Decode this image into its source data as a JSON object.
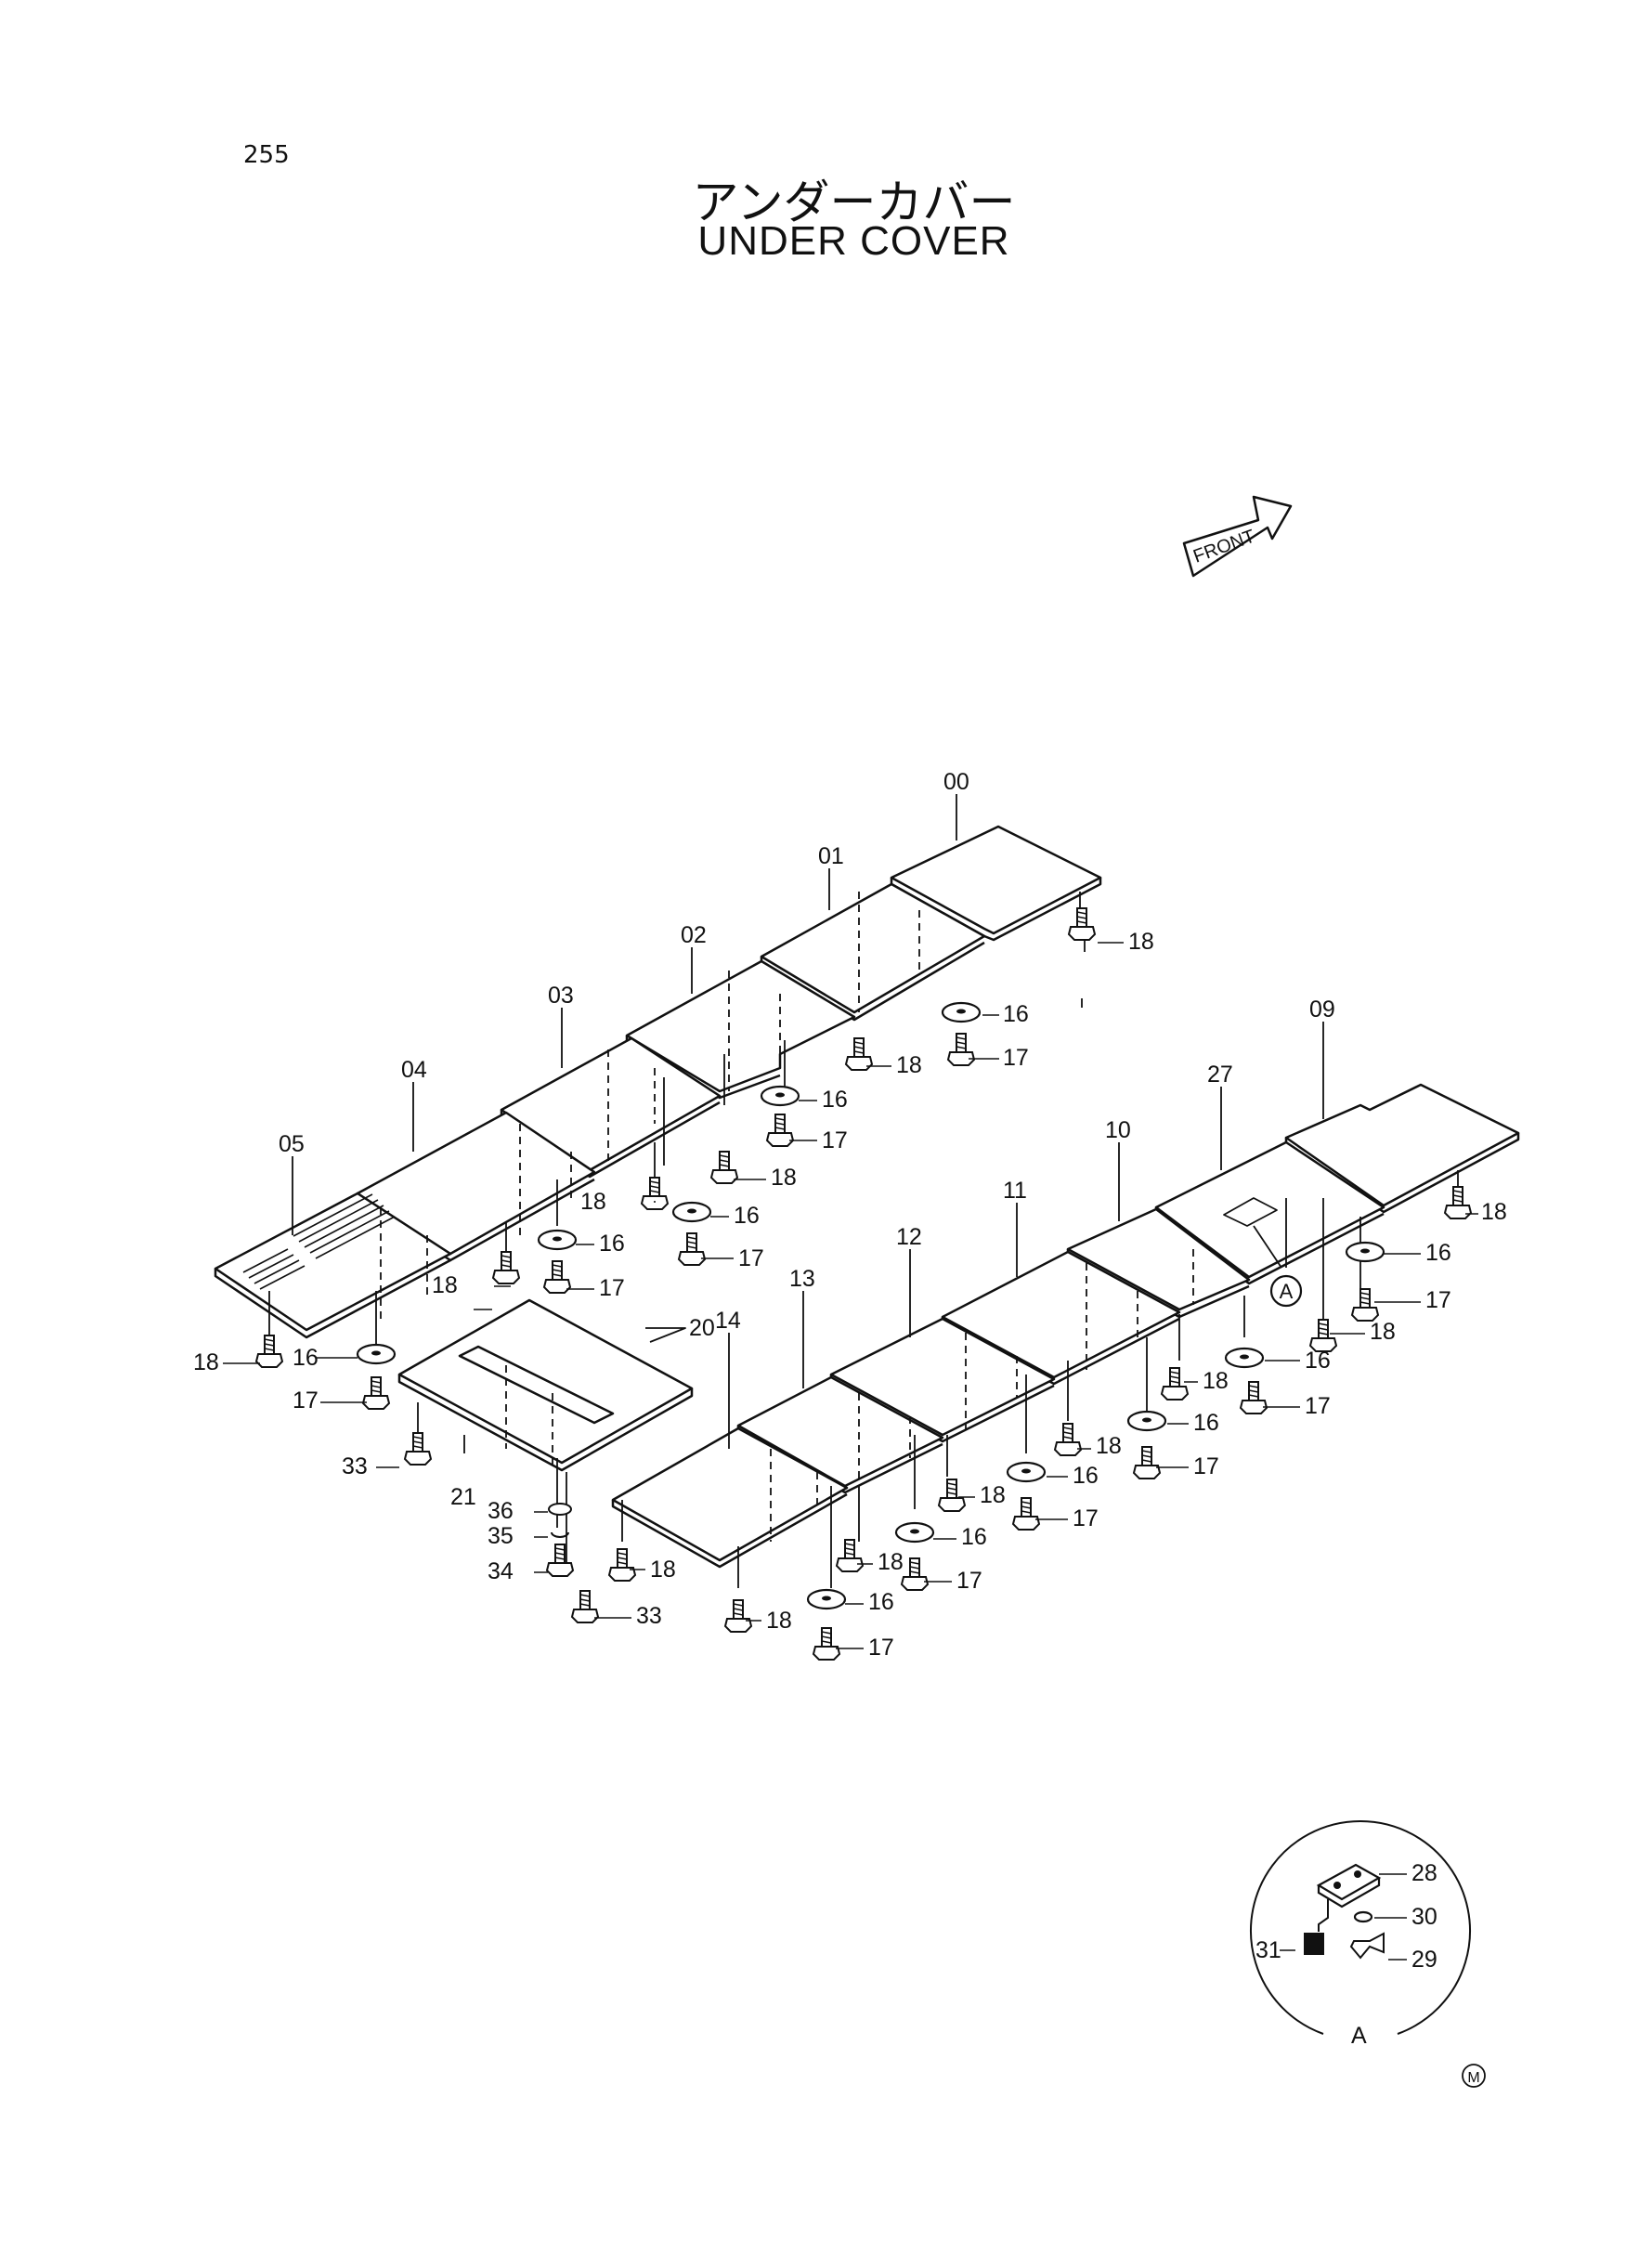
{
  "page": {
    "number": "255"
  },
  "title": {
    "jp": "アンダーカバー",
    "en": "UNDER COVER"
  },
  "front_marker": "FRONT",
  "callouts": [
    {
      "id": "c00",
      "text": "00"
    },
    {
      "id": "c01",
      "text": "01"
    },
    {
      "id": "c02",
      "text": "02"
    },
    {
      "id": "c03",
      "text": "03"
    },
    {
      "id": "c04",
      "text": "04"
    },
    {
      "id": "c05",
      "text": "05"
    },
    {
      "id": "c09",
      "text": "09"
    },
    {
      "id": "c27",
      "text": "27"
    },
    {
      "id": "c10",
      "text": "10"
    },
    {
      "id": "c11",
      "text": "11"
    },
    {
      "id": "c12",
      "text": "12"
    },
    {
      "id": "c13",
      "text": "13"
    },
    {
      "id": "c14",
      "text": "14"
    },
    {
      "id": "c20",
      "text": "20"
    },
    {
      "id": "c21",
      "text": "21"
    },
    {
      "id": "c18a",
      "text": "18"
    },
    {
      "id": "c16a",
      "text": "16"
    },
    {
      "id": "c17a",
      "text": "17"
    },
    {
      "id": "c18b",
      "text": "18"
    },
    {
      "id": "c16b",
      "text": "16"
    },
    {
      "id": "c17b",
      "text": "17"
    },
    {
      "id": "c18c",
      "text": "18"
    },
    {
      "id": "c16c",
      "text": "16"
    },
    {
      "id": "c17c",
      "text": "17"
    },
    {
      "id": "c18d",
      "text": "18"
    },
    {
      "id": "c16d",
      "text": "16"
    },
    {
      "id": "c17d",
      "text": "17"
    },
    {
      "id": "c18e",
      "text": "18"
    },
    {
      "id": "c18f",
      "text": "18"
    },
    {
      "id": "c16f",
      "text": "16"
    },
    {
      "id": "c17f",
      "text": "17"
    },
    {
      "id": "c33a",
      "text": "33"
    },
    {
      "id": "c36",
      "text": "36"
    },
    {
      "id": "c35",
      "text": "35"
    },
    {
      "id": "c34",
      "text": "34"
    },
    {
      "id": "c33b",
      "text": "33"
    },
    {
      "id": "c18g",
      "text": "18"
    },
    {
      "id": "c16g",
      "text": "16"
    },
    {
      "id": "c17g",
      "text": "17"
    },
    {
      "id": "c18h",
      "text": "18"
    },
    {
      "id": "c16h",
      "text": "16"
    },
    {
      "id": "c17h",
      "text": "17"
    },
    {
      "id": "c18i",
      "text": "18"
    },
    {
      "id": "c16i",
      "text": "16"
    },
    {
      "id": "c17i",
      "text": "17"
    },
    {
      "id": "c18j",
      "text": "18"
    },
    {
      "id": "c16j",
      "text": "16"
    },
    {
      "id": "c17j",
      "text": "17"
    },
    {
      "id": "c18k",
      "text": "18"
    },
    {
      "id": "c16k",
      "text": "16"
    },
    {
      "id": "c17k",
      "text": "17"
    },
    {
      "id": "c18l",
      "text": "18"
    },
    {
      "id": "c18m",
      "text": "18"
    },
    {
      "id": "c16m",
      "text": "16"
    },
    {
      "id": "c17m",
      "text": "17"
    },
    {
      "id": "c18n",
      "text": "18"
    },
    {
      "id": "c28",
      "text": "28"
    },
    {
      "id": "c30",
      "text": "30"
    },
    {
      "id": "c31",
      "text": "31"
    },
    {
      "id": "c29",
      "text": "29"
    }
  ],
  "detail": {
    "marker": "A",
    "label": "A"
  },
  "mark": "M"
}
